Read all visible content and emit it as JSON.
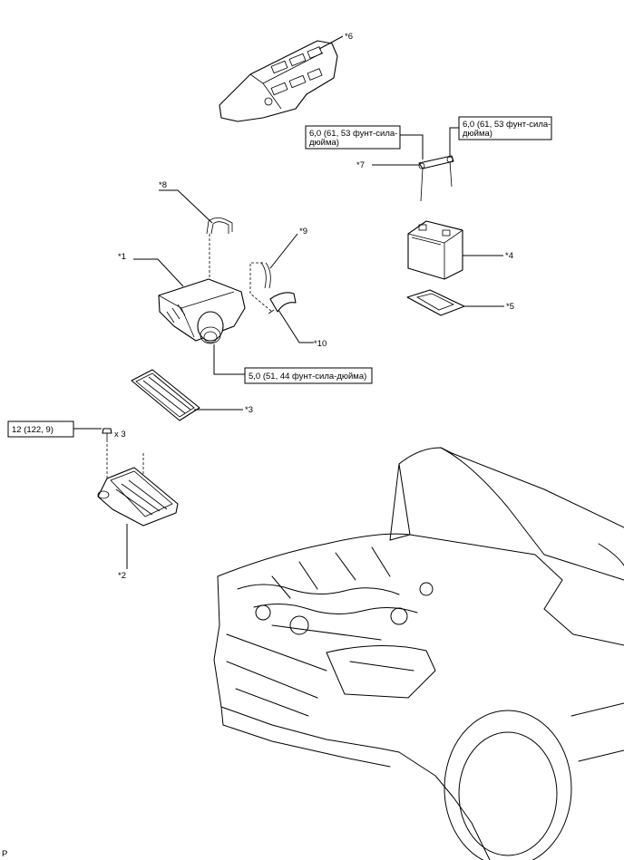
{
  "labels": {
    "part1": "*1",
    "part2": "*2",
    "part3": "*3",
    "part4": "*4",
    "part5": "*5",
    "part6": "*6",
    "part7": "*7",
    "part8": "*8",
    "part9": "*9",
    "part10": "*10"
  },
  "torques": {
    "clamp_line1": "6,0 (61, 53 фунт-сила-",
    "clamp_line2": "дюйма)",
    "bracket_line1": "6,0 (61, 53 фунт-сила-",
    "bracket_line2": "дюйма)",
    "hose_clamp": "5,0 (51, 44 фунт-сила-дюйма)",
    "bolt": "12 (122, 9)"
  },
  "bolt_qty": "x 3",
  "corner_mark": "P"
}
